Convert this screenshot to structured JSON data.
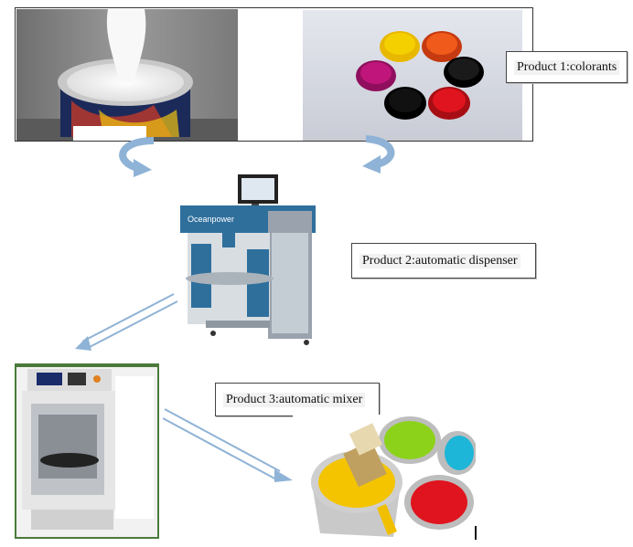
{
  "labels": {
    "product1": "Product 1:colorants",
    "product2": "Product 2:automatic dispenser",
    "product3": "Product 3:automatic mixer"
  },
  "dispenser_brand": "Oceanpower",
  "colors": {
    "dispenser_blue": "#2f6f9c",
    "arrow_blue": "#8fb3d6",
    "colorant_yellow": "#f4d000",
    "colorant_orange": "#f05a1a",
    "colorant_red": "#e0141e",
    "colorant_magenta": "#c0157a",
    "colorant_black": "#111111"
  }
}
